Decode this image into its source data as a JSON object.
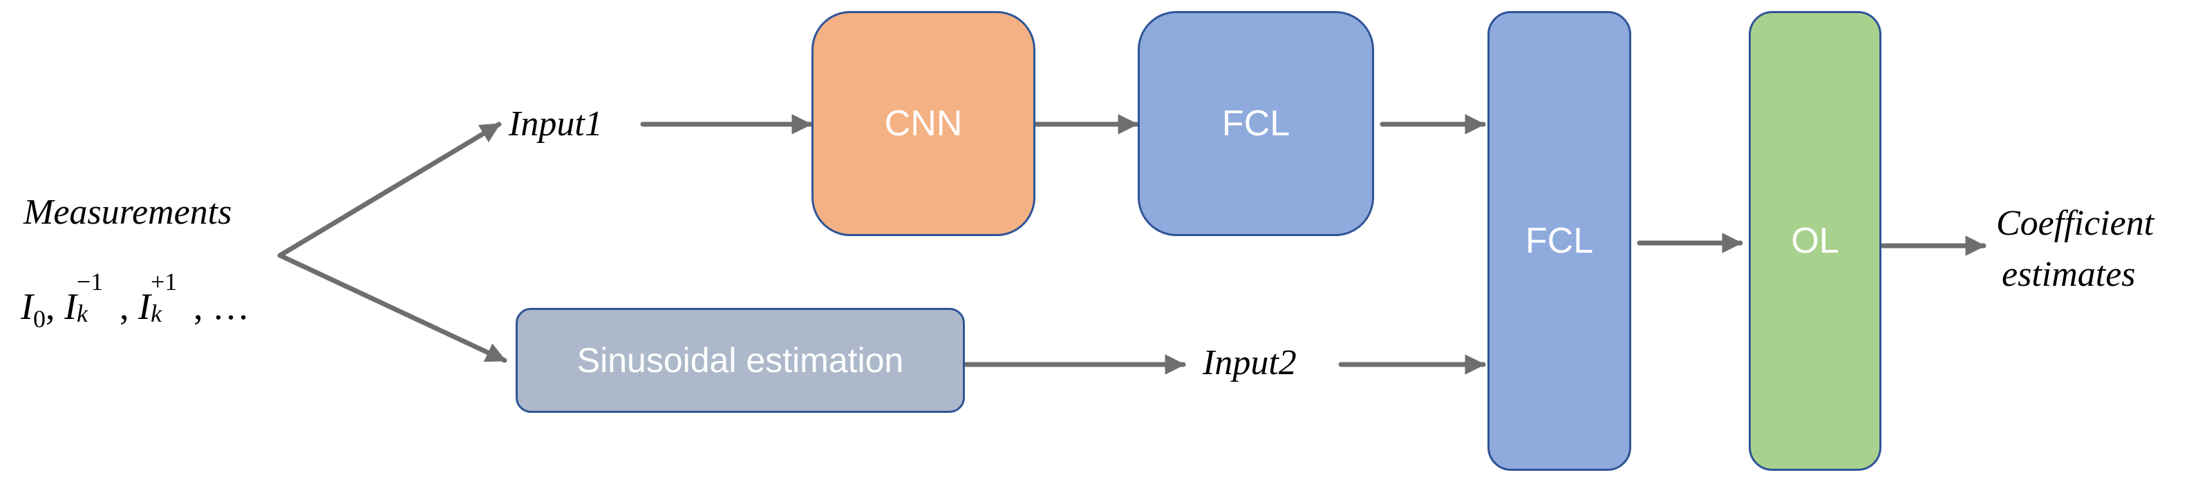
{
  "diagram": {
    "nodes": {
      "cnn": {
        "label": "CNN",
        "color": "#F4B183"
      },
      "fcl_1": {
        "label": "FCL",
        "color": "#8FAADC"
      },
      "fcl_2": {
        "label": "FCL",
        "color": "#8FAADC"
      },
      "ol": {
        "label": "OL",
        "color": "#A9D18E"
      },
      "sinusoidal": {
        "label": "Sinusoidal estimation",
        "color": "#ADB9CA"
      }
    },
    "labels": {
      "measurements": "Measurements",
      "input1": "Input1",
      "input2": "Input2",
      "output_line1": "Coefficient",
      "output_line2": "estimates"
    },
    "formula": {
      "i": "I",
      "sub0": "0",
      "comma": ",",
      "sub_k": "k",
      "sup_minus": "−1",
      "sup_plus": "+1",
      "ellipsis": "…"
    },
    "colors": {
      "arrow": "#6E6E6E",
      "border": "#2F5597"
    },
    "edges": [
      {
        "from": "measurements",
        "to": "input1"
      },
      {
        "from": "measurements",
        "to": "sinusoidal"
      },
      {
        "from": "input1",
        "to": "cnn"
      },
      {
        "from": "cnn",
        "to": "fcl_1"
      },
      {
        "from": "fcl_1",
        "to": "fcl_2"
      },
      {
        "from": "sinusoidal",
        "to": "input2"
      },
      {
        "from": "input2",
        "to": "fcl_2"
      },
      {
        "from": "fcl_2",
        "to": "ol"
      },
      {
        "from": "ol",
        "to": "output"
      }
    ]
  }
}
